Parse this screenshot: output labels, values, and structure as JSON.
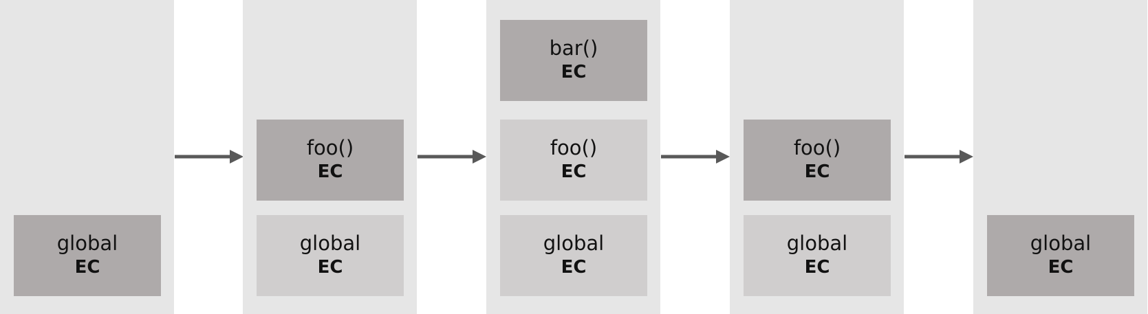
{
  "colors": {
    "column_bg": "#e6e6e6",
    "active_ec": "#aeaaaa",
    "inactive_ec": "#d0cece",
    "arrow": "#595959"
  },
  "stages": [
    {
      "stack": [
        {
          "name": "global",
          "tag": "EC",
          "state": "active"
        }
      ]
    },
    {
      "stack": [
        {
          "name": "global",
          "tag": "EC",
          "state": "inactive"
        },
        {
          "name": "foo()",
          "tag": "EC",
          "state": "active"
        }
      ]
    },
    {
      "stack": [
        {
          "name": "global",
          "tag": "EC",
          "state": "inactive"
        },
        {
          "name": "foo()",
          "tag": "EC",
          "state": "inactive"
        },
        {
          "name": "bar()",
          "tag": "EC",
          "state": "active"
        }
      ]
    },
    {
      "stack": [
        {
          "name": "global",
          "tag": "EC",
          "state": "inactive"
        },
        {
          "name": "foo()",
          "tag": "EC",
          "state": "active"
        }
      ]
    },
    {
      "stack": [
        {
          "name": "global",
          "tag": "EC",
          "state": "active"
        }
      ]
    }
  ]
}
